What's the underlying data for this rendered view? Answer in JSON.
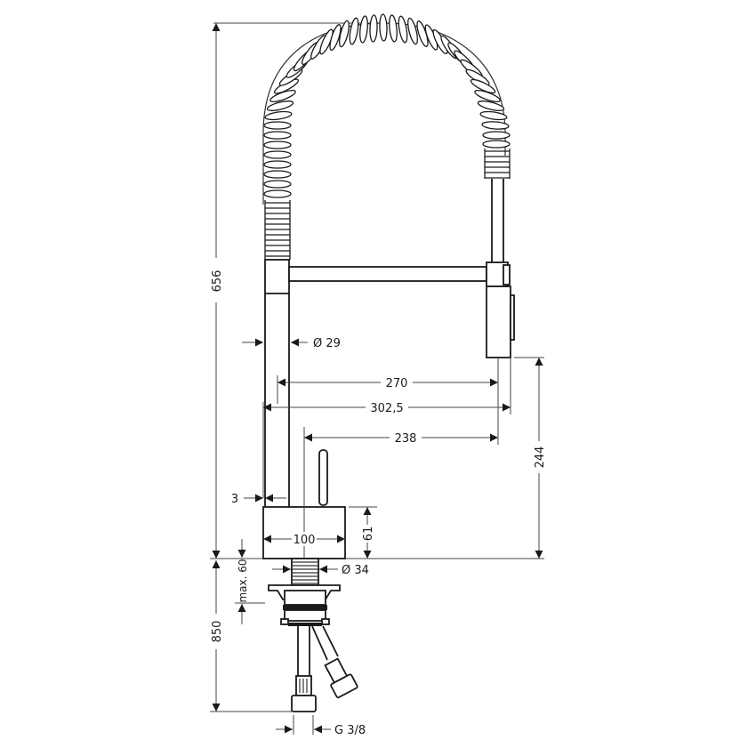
{
  "drawing": {
    "subject": "Semi-pro kitchen mixer with spring spout — technical dimension drawing",
    "dimensions": {
      "total_height": "656",
      "spout_outlet_height": "244",
      "column_diameter": "Ø 29",
      "reach_270": "270",
      "reach_302": "302,5",
      "reach_238": "238",
      "offset_3": "3",
      "base_width": "100",
      "base_height": "61",
      "shank_diameter": "Ø 34",
      "max_counter_thickness": "max. 60",
      "hose_length": "850",
      "connection_thread": "G 3/8"
    },
    "colors": {
      "line": "#1a1a1a",
      "dimension_line": "#444444",
      "background": "#ffffff"
    }
  }
}
